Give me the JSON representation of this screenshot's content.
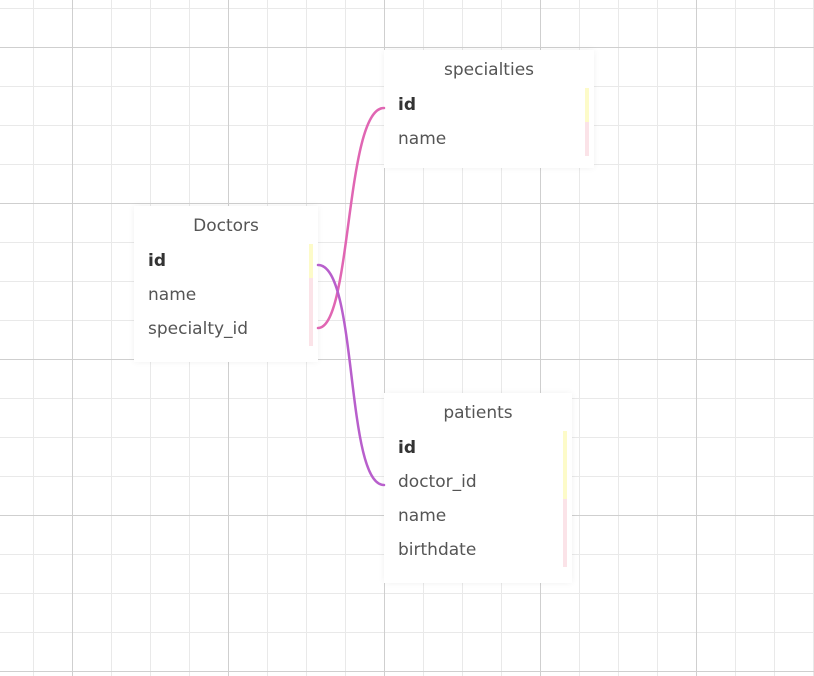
{
  "diagram": {
    "tables": {
      "specialties": {
        "title": "specialties",
        "fields": [
          {
            "name": "id",
            "primary": true
          },
          {
            "name": "name",
            "primary": false
          }
        ]
      },
      "doctors": {
        "title": "Doctors",
        "fields": [
          {
            "name": "id",
            "primary": true
          },
          {
            "name": "name",
            "primary": false
          },
          {
            "name": "specialty_id",
            "primary": false
          }
        ]
      },
      "patients": {
        "title": "patients",
        "fields": [
          {
            "name": "id",
            "primary": true
          },
          {
            "name": "doctor_id",
            "primary": false
          },
          {
            "name": "name",
            "primary": false
          },
          {
            "name": "birthdate",
            "primary": false
          }
        ]
      }
    },
    "relations": [
      {
        "from": "Doctors.specialty_id",
        "to": "specialties.id",
        "color": "#e066b3"
      },
      {
        "from": "Doctors.id",
        "to": "patients.doctor_id",
        "color": "#b85fcc"
      }
    ],
    "colors": {
      "grid_major": "#cfcfcf",
      "grid_minor": "#e9e9e9",
      "key_marker": "#fdfbc9",
      "attribute_marker": "#fbe3e8"
    }
  }
}
